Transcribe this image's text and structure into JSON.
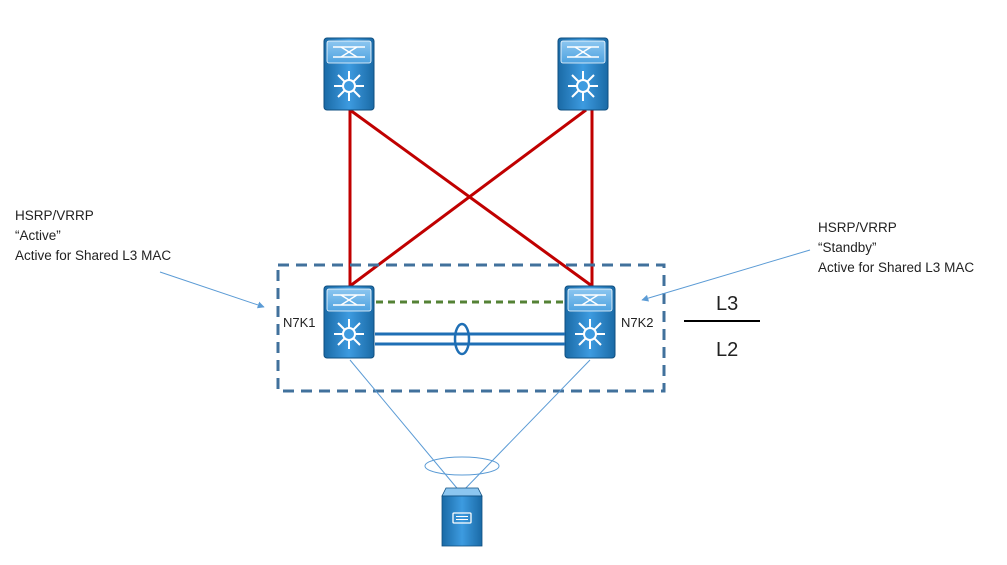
{
  "colors": {
    "uplink": "#c00000",
    "peer_link": "#1f6fb5",
    "keepalive": "#548235",
    "vpc_domain": "#41719c",
    "access_link": "#5b9bd5",
    "device_dark": "#1a6aa6",
    "device_light": "#3d9be0"
  },
  "devices": {
    "n7k1_label": "N7K1",
    "n7k2_label": "N7K2"
  },
  "annotations": {
    "left": {
      "line1": "HSRP/VRRP",
      "line2": "“Active”",
      "line3": "Active for Shared L3 MAC"
    },
    "right": {
      "line1": "HSRP/VRRP",
      "line2": "“Standby”",
      "line3": "Active for Shared L3 MAC"
    }
  },
  "layers": {
    "upper": "L3",
    "lower": "L2"
  }
}
